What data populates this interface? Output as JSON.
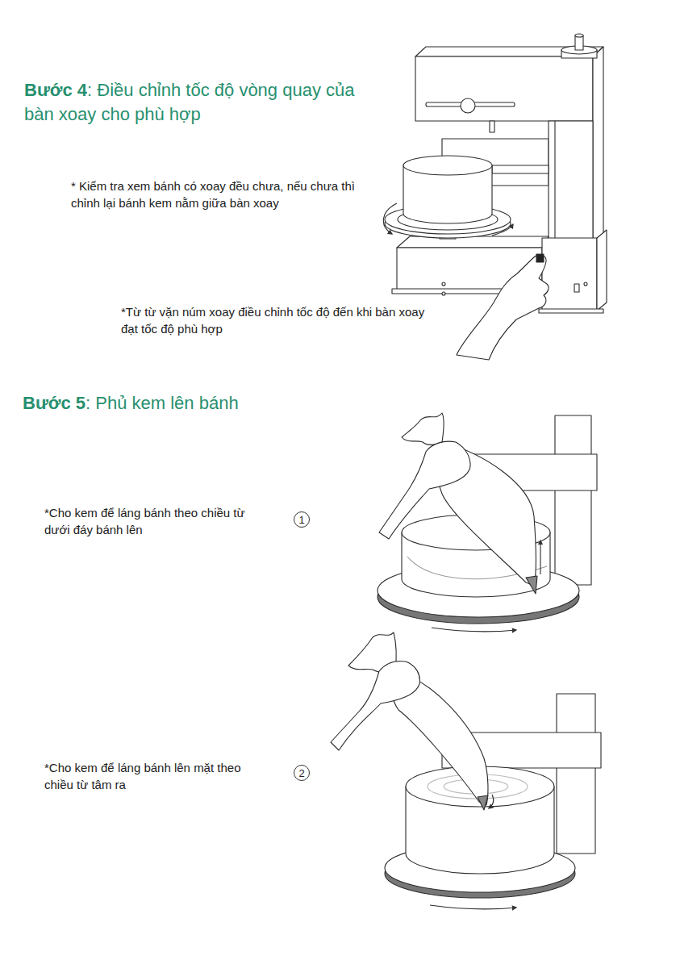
{
  "diagram": {
    "nodes": [
      {
        "text": [
          "1"
        ]
      },
      {
        "text": [
          "2"
        ]
      }
    ],
    "labels": [
      "Bước 4",
      ": Điều chỉnh tốc độ vòng quay của bàn xoay cho phù hợp",
      "* Kiểm tra xem bánh có xoay đều chưa, nếu chưa thì chỉnh lại bánh kem nằm giữa bàn xoay",
      "*Từ từ vặn núm xoay điều chỉnh tốc độ đến khi bàn xoay đạt tốc độ phù hợp",
      "Bước 5",
      ": Phủ kem lên bánh",
      "*Cho kem để láng bánh theo chiều từ dưới đáy bánh lên",
      "*Cho kem để láng bánh lên mặt theo chiều từ tâm ra"
    ]
  }
}
